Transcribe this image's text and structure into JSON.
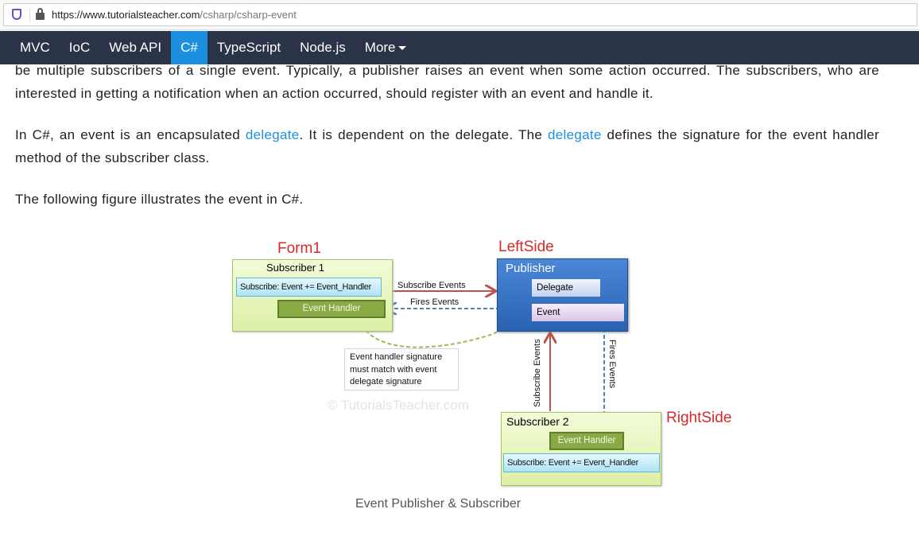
{
  "browser": {
    "url_host": "https://www.tutorialsteacher.com",
    "url_path": "/csharp/csharp-event"
  },
  "nav": {
    "items": [
      "MVC",
      "IoC",
      "Web API",
      "C#",
      "TypeScript",
      "Node.js",
      "More"
    ],
    "active": "C#"
  },
  "content": {
    "p1": "be multiple subscribers of a single event. Typically, a publisher raises an event when some action occurred. The subscribers, who are interested in getting a notification when an action occurred, should register with an event and handle it.",
    "p2_a": "In C#, an event is an encapsulated ",
    "p2_link1": "delegate",
    "p2_b": ". It is dependent on the delegate. The ",
    "p2_link2": "delegate",
    "p2_c": " defines the signature for the event handler method of the subscriber class.",
    "p3": "The following figure illustrates the event in C#."
  },
  "figure": {
    "form1": "Form1",
    "leftside": "LeftSide",
    "rightside": "RightSide",
    "subscriber1": "Subscriber 1",
    "subscriber2": "Subscriber 2",
    "subscribe_code": "Subscribe: Event += Event_Handler",
    "event_handler": "Event Handler",
    "publisher": "Publisher",
    "delegate": "Delegate",
    "event": "Event",
    "subscribe_events": "Subscribe Events",
    "fires_events": "Fires Events",
    "note": "Event handler signature must match with event delegate signature",
    "watermark": "© TutorialsTeacher.com",
    "caption": "Event Publisher & Subscriber"
  }
}
